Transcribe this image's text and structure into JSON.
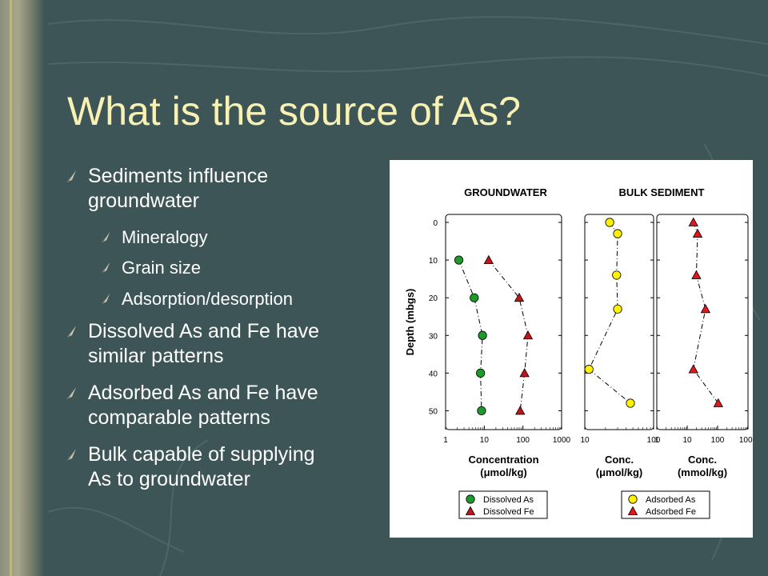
{
  "slide": {
    "title": "What is the source of As?",
    "bullets": [
      {
        "level": 1,
        "lines": [
          "Sediments influence",
          "groundwater"
        ]
      },
      {
        "level": 2,
        "lines": [
          "Mineralogy"
        ]
      },
      {
        "level": 2,
        "lines": [
          "Grain size"
        ]
      },
      {
        "level": 2,
        "lines": [
          "Adsorption/desorption"
        ]
      },
      {
        "level": 1,
        "lines": [
          "Dissolved As and Fe have",
          "similar patterns"
        ]
      },
      {
        "level": 1,
        "lines": [
          "Adsorbed As and Fe have",
          "comparable patterns"
        ]
      },
      {
        "level": 1,
        "lines": [
          "Bulk capable of supplying",
          "As to groundwater"
        ]
      }
    ]
  },
  "colors": {
    "background": "#3d5556",
    "title": "#f7f1b4",
    "bullet_text": "#ffffff",
    "dissolved_as": "#1e9a2a",
    "dissolved_fe": "#c0151a",
    "adsorbed_as": "#fff200",
    "adsorbed_fe": "#e3161c"
  },
  "chart_data": [
    {
      "type": "scatter",
      "title": "GROUNDWATER",
      "xlabel_lines": [
        "Concentration",
        "(μmol/kg)"
      ],
      "ylabel": "Depth (mbgs)",
      "xscale": "log",
      "xlim": [
        1,
        1000
      ],
      "xticks": [
        "1",
        "10",
        "100",
        "1000"
      ],
      "ylim": [
        0,
        55
      ],
      "yinverted": true,
      "yticks": [
        "0",
        "10",
        "20",
        "30",
        "40",
        "50"
      ],
      "legend": {
        "placement": "bottom",
        "entries": [
          "Dissolved As",
          "Dissolved Fe"
        ]
      },
      "series": [
        {
          "name": "Dissolved As",
          "marker": "circle",
          "points": [
            {
              "x": 2.2,
              "y": 10
            },
            {
              "x": 5.5,
              "y": 20
            },
            {
              "x": 9,
              "y": 30
            },
            {
              "x": 8,
              "y": 40
            },
            {
              "x": 8.5,
              "y": 50
            }
          ]
        },
        {
          "name": "Dissolved Fe",
          "marker": "triangle",
          "points": [
            {
              "x": 13,
              "y": 10
            },
            {
              "x": 80,
              "y": 20
            },
            {
              "x": 135,
              "y": 30
            },
            {
              "x": 110,
              "y": 40
            },
            {
              "x": 85,
              "y": 50
            }
          ]
        }
      ]
    },
    {
      "type": "scatter",
      "title": "BULK SEDIMENT",
      "xlabel_lines": [
        "Conc.",
        "(μmol/kg)"
      ],
      "xscale": "log",
      "xlim": [
        10,
        100
      ],
      "xticks": [
        "10",
        "100"
      ],
      "ylim": [
        0,
        55
      ],
      "yinverted": true,
      "series": [
        {
          "name": "Adsorbed As",
          "marker": "circle",
          "points": [
            {
              "x": 23,
              "y": 0
            },
            {
              "x": 30,
              "y": 3
            },
            {
              "x": 29,
              "y": 14
            },
            {
              "x": 30,
              "y": 23
            },
            {
              "x": 11.5,
              "y": 39
            },
            {
              "x": 46,
              "y": 48
            }
          ]
        }
      ]
    },
    {
      "type": "scatter",
      "xlabel_lines": [
        "Conc.",
        "(mmol/kg)"
      ],
      "xscale": "log",
      "xlim": [
        1,
        1000
      ],
      "xticks": [
        "1",
        "10",
        "100",
        "1000"
      ],
      "ylim": [
        0,
        55
      ],
      "yinverted": true,
      "legend": {
        "placement": "bottom",
        "entries": [
          "Adsorbed As",
          "Adsorbed Fe"
        ]
      },
      "series": [
        {
          "name": "Adsorbed Fe",
          "marker": "triangle",
          "points": [
            {
              "x": 16,
              "y": 0
            },
            {
              "x": 22,
              "y": 3
            },
            {
              "x": 20,
              "y": 14
            },
            {
              "x": 40,
              "y": 23
            },
            {
              "x": 16,
              "y": 39
            },
            {
              "x": 105,
              "y": 48
            }
          ]
        }
      ]
    }
  ]
}
